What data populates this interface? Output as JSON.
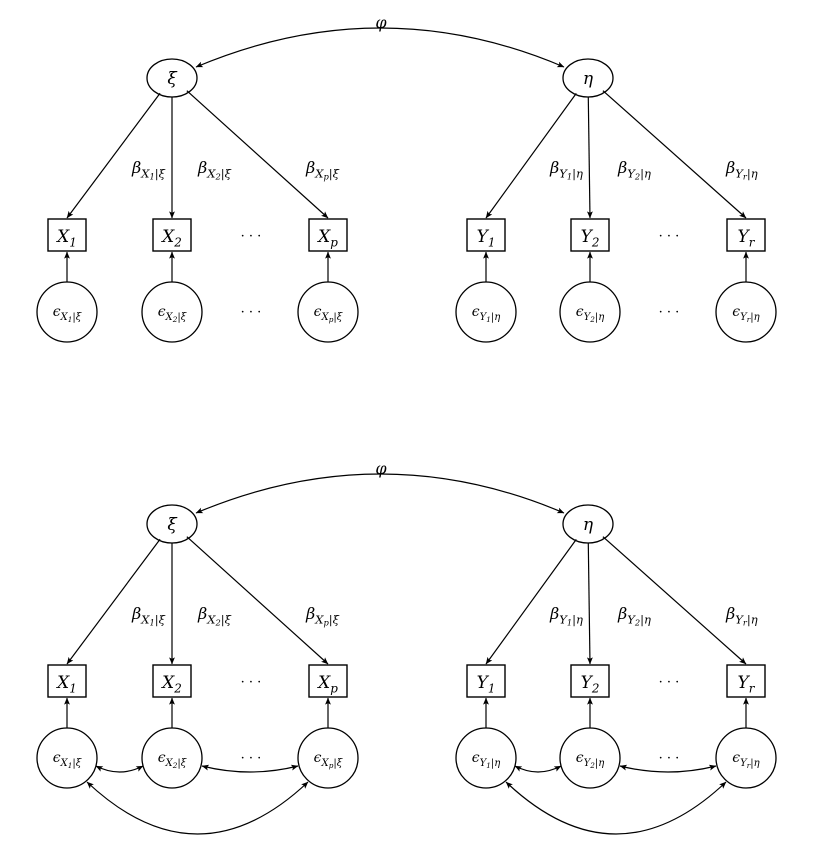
{
  "panels": [
    {
      "id": "top",
      "correlation_label": "φ",
      "latent_left": "ξ",
      "latent_right": "η",
      "loadings_left": [
        {
          "sym": "β",
          "sub": "X",
          "subsub": "1",
          "rest": "|ξ"
        },
        {
          "sym": "β",
          "sub": "X",
          "subsub": "2",
          "rest": "|ξ"
        },
        {
          "sym": "β",
          "sub": "X",
          "subsub": "p",
          "rest": "|ξ"
        }
      ],
      "loadings_right": [
        {
          "sym": "β",
          "sub": "Y",
          "subsub": "1",
          "rest": "|η"
        },
        {
          "sym": "β",
          "sub": "Y",
          "subsub": "2",
          "rest": "|η"
        },
        {
          "sym": "β",
          "sub": "Y",
          "subsub": "r",
          "rest": "|η"
        }
      ],
      "indicators_left": [
        {
          "main": "X",
          "sub": "1"
        },
        {
          "main": "X",
          "sub": "2"
        },
        {
          "main": "X",
          "sub": "p"
        }
      ],
      "indicators_right": [
        {
          "main": "Y",
          "sub": "1"
        },
        {
          "main": "Y",
          "sub": "2"
        },
        {
          "main": "Y",
          "sub": "r"
        }
      ],
      "errors_left": [
        {
          "sym": "ϵ",
          "sub": "X",
          "subsub": "1",
          "rest": "|ξ"
        },
        {
          "sym": "ϵ",
          "sub": "X",
          "subsub": "2",
          "rest": "|ξ"
        },
        {
          "sym": "ϵ",
          "sub": "X",
          "subsub": "p",
          "rest": "|ξ"
        }
      ],
      "errors_right": [
        {
          "sym": "ϵ",
          "sub": "Y",
          "subsub": "1",
          "rest": "|η"
        },
        {
          "sym": "ϵ",
          "sub": "Y",
          "subsub": "2",
          "rest": "|η"
        },
        {
          "sym": "ϵ",
          "sub": "Y",
          "subsub": "r",
          "rest": "|η"
        }
      ],
      "ellipsis": "· · ·",
      "error_covariances": false
    },
    {
      "id": "bottom",
      "correlation_label": "φ",
      "latent_left": "ξ",
      "latent_right": "η",
      "loadings_left": [
        {
          "sym": "β",
          "sub": "X",
          "subsub": "1",
          "rest": "|ξ"
        },
        {
          "sym": "β",
          "sub": "X",
          "subsub": "2",
          "rest": "|ξ"
        },
        {
          "sym": "β",
          "sub": "X",
          "subsub": "p",
          "rest": "|ξ"
        }
      ],
      "loadings_right": [
        {
          "sym": "β",
          "sub": "Y",
          "subsub": "1",
          "rest": "|η"
        },
        {
          "sym": "β",
          "sub": "Y",
          "subsub": "2",
          "rest": "|η"
        },
        {
          "sym": "β",
          "sub": "Y",
          "subsub": "r",
          "rest": "|η"
        }
      ],
      "indicators_left": [
        {
          "main": "X",
          "sub": "1"
        },
        {
          "main": "X",
          "sub": "2"
        },
        {
          "main": "X",
          "sub": "p"
        }
      ],
      "indicators_right": [
        {
          "main": "Y",
          "sub": "1"
        },
        {
          "main": "Y",
          "sub": "2"
        },
        {
          "main": "Y",
          "sub": "r"
        }
      ],
      "errors_left": [
        {
          "sym": "ϵ",
          "sub": "X",
          "subsub": "1",
          "rest": "|ξ"
        },
        {
          "sym": "ϵ",
          "sub": "X",
          "subsub": "2",
          "rest": "|ξ"
        },
        {
          "sym": "ϵ",
          "sub": "X",
          "subsub": "p",
          "rest": "|ξ"
        }
      ],
      "errors_right": [
        {
          "sym": "ϵ",
          "sub": "Y",
          "subsub": "1",
          "rest": "|η"
        },
        {
          "sym": "ϵ",
          "sub": "Y",
          "subsub": "2",
          "rest": "|η"
        },
        {
          "sym": "ϵ",
          "sub": "Y",
          "subsub": "r",
          "rest": "|η"
        }
      ],
      "ellipsis": "· · ·",
      "error_covariances": true
    }
  ]
}
